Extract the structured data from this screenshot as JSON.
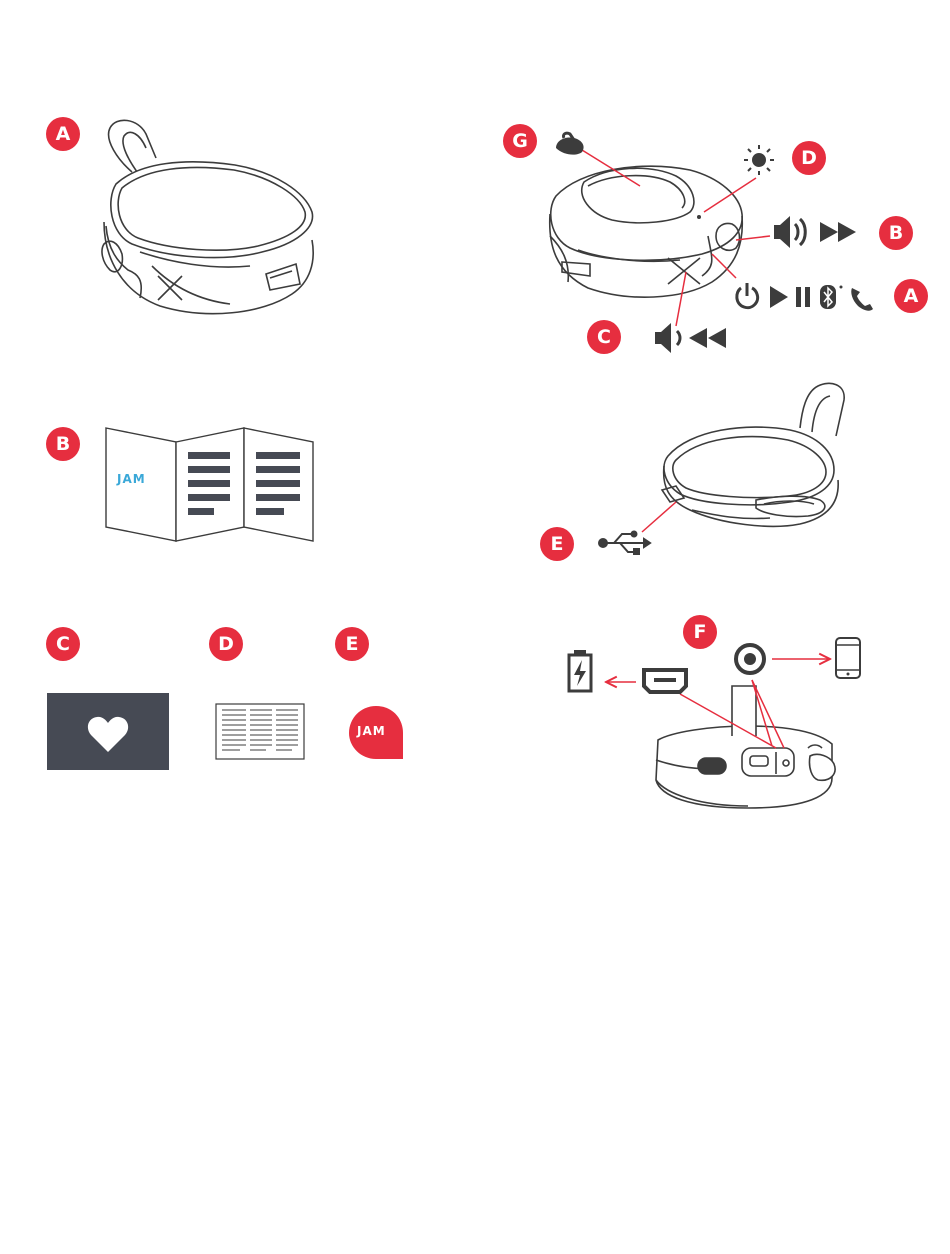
{
  "labels": {
    "box_a": "A",
    "box_b": "B",
    "box_c": "C",
    "box_d": "D",
    "box_e": "E",
    "ctrl_g": "G",
    "ctrl_d": "D",
    "ctrl_b": "B",
    "ctrl_a": "A",
    "ctrl_c": "C",
    "port_e": "E",
    "port_f": "F"
  },
  "brand": {
    "manual_logo": "JAM",
    "sticker_logo": "JAM"
  },
  "colors": {
    "accent": "#e62e3f",
    "ink": "#3c3c3c",
    "card": "#464a54",
    "logo_blue": "#3aa8d8"
  },
  "icons": [
    "light-icon",
    "volume-up-icon",
    "next-track-icon",
    "power-icon",
    "play-icon",
    "pause-icon",
    "bluetooth-icon",
    "phone-icon",
    "volume-down-icon",
    "previous-track-icon",
    "usb-icon",
    "battery-charging-icon",
    "micro-usb-port-icon",
    "aux-jack-icon",
    "smartphone-icon"
  ]
}
